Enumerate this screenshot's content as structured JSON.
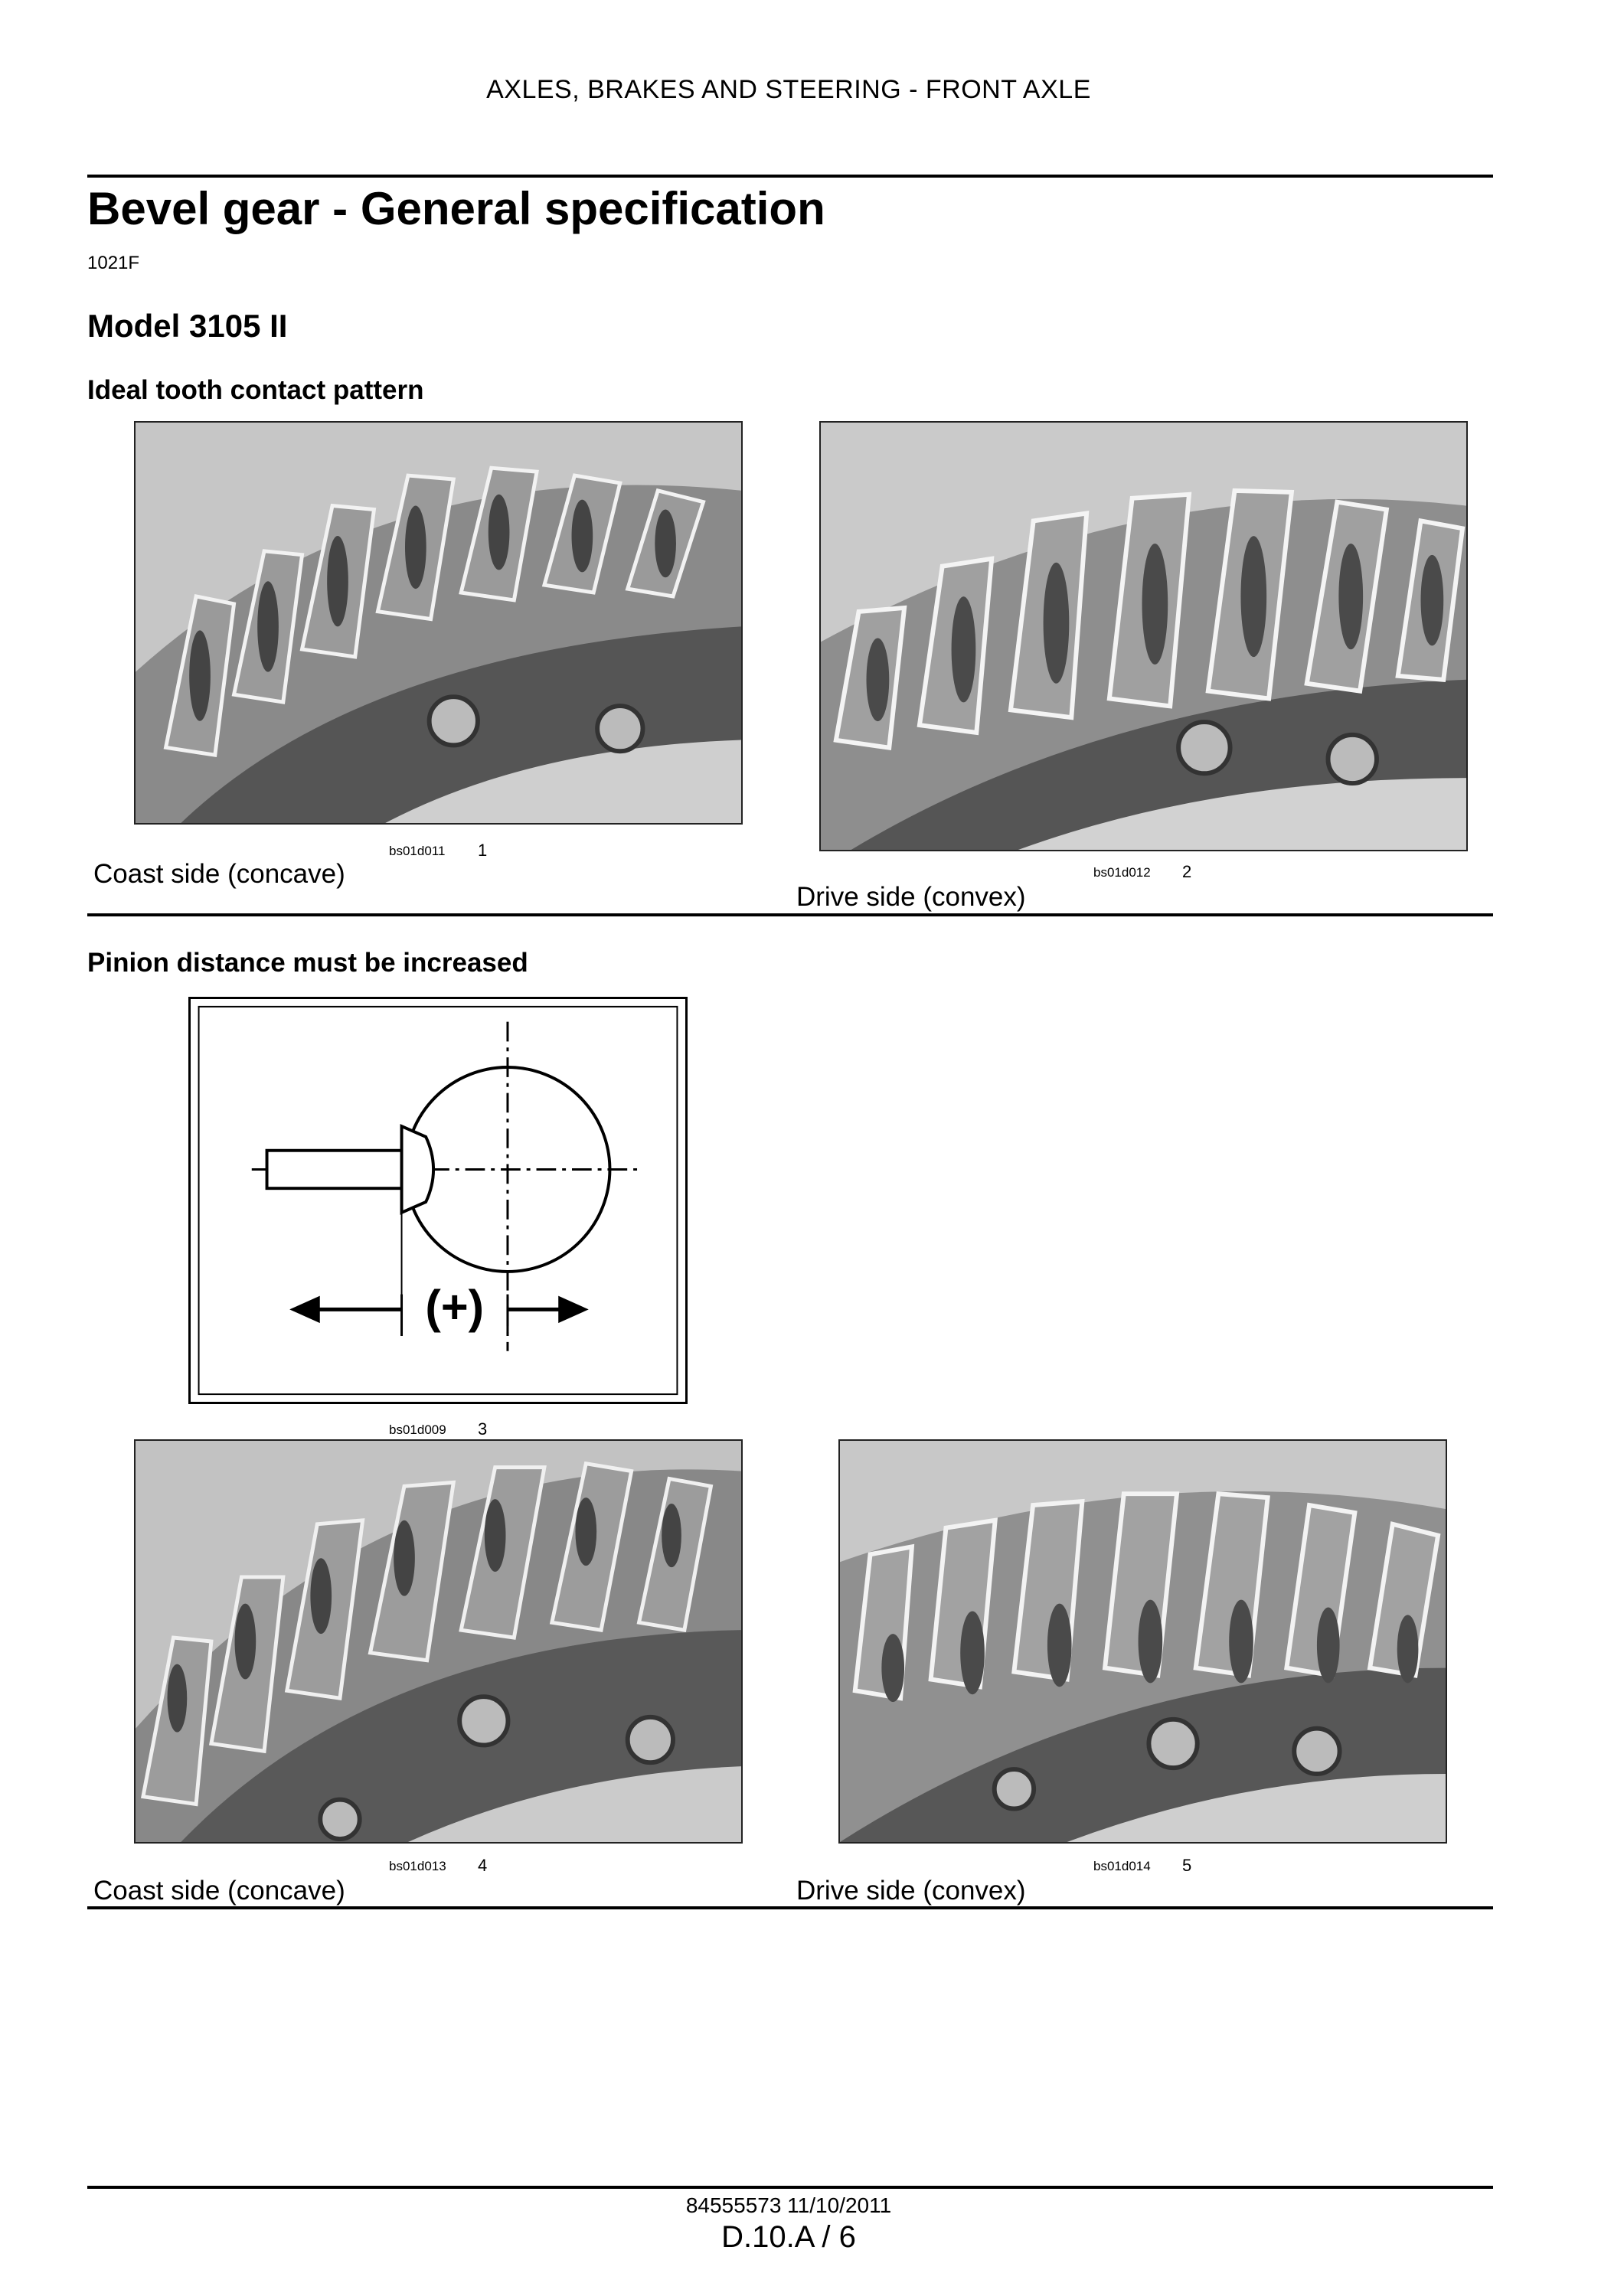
{
  "header": {
    "running_title": "AXLES, BRAKES AND STEERING - FRONT AXLE"
  },
  "title": "Bevel gear - General specification",
  "code": "1021F",
  "model": "Model 3105 II",
  "section1": {
    "heading": "Ideal tooth contact pattern",
    "figures": [
      {
        "id": "bs01d011",
        "num": "1",
        "caption": "Coast side (concave)"
      },
      {
        "id": "bs01d012",
        "num": "2",
        "caption": "Drive side (convex)"
      }
    ]
  },
  "section2": {
    "heading": "Pinion distance must be increased",
    "diagram": {
      "id": "bs01d009",
      "num": "3",
      "label": "(+)"
    },
    "figures": [
      {
        "id": "bs01d013",
        "num": "4",
        "caption": "Coast side (concave)"
      },
      {
        "id": "bs01d014",
        "num": "5",
        "caption": "Drive side (convex)"
      }
    ]
  },
  "footer": {
    "doc": "84555573 11/10/2011",
    "page": "D.10.A / 6"
  }
}
